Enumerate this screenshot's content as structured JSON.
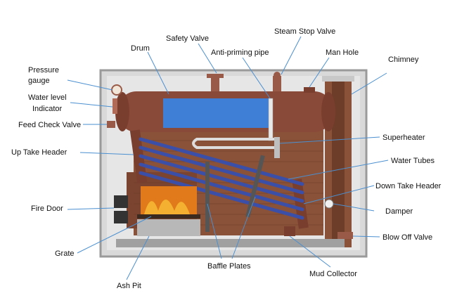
{
  "labels": {
    "drum": "Drum",
    "safety_valve": "Safety Valve",
    "steam_stop_valve": "Steam Stop Valve",
    "anti_priming_pipe": "Anti-priming pipe",
    "man_hole": "Man Hole",
    "chimney": "Chimney",
    "pressure_gauge_1": "Pressure",
    "pressure_gauge_2": "gauge",
    "water_level_1": "Water level",
    "water_level_2": "Indicator",
    "feed_check_valve": "Feed Check Valve",
    "up_take_header": "Up Take Header",
    "superheater": "Superheater",
    "water_tubes": "Water Tubes",
    "down_take_header": "Down Take Header",
    "fire_door": "Fire Door",
    "damper": "Damper",
    "blow_off_valve": "Blow Off Valve",
    "grate": "Grate",
    "baffle_plates": "Baffle Plates",
    "mud_collector": "Mud Collector",
    "ash_pit": "Ash Pit"
  },
  "colors": {
    "casing": "#d8d8d8",
    "drum_shell": "#8a4a3a",
    "water": "#3f7fd6",
    "brick": "#8a5238",
    "tubes": "#3b4fa8",
    "fire": "#e07a1a",
    "leader": "#4a8fd0"
  }
}
